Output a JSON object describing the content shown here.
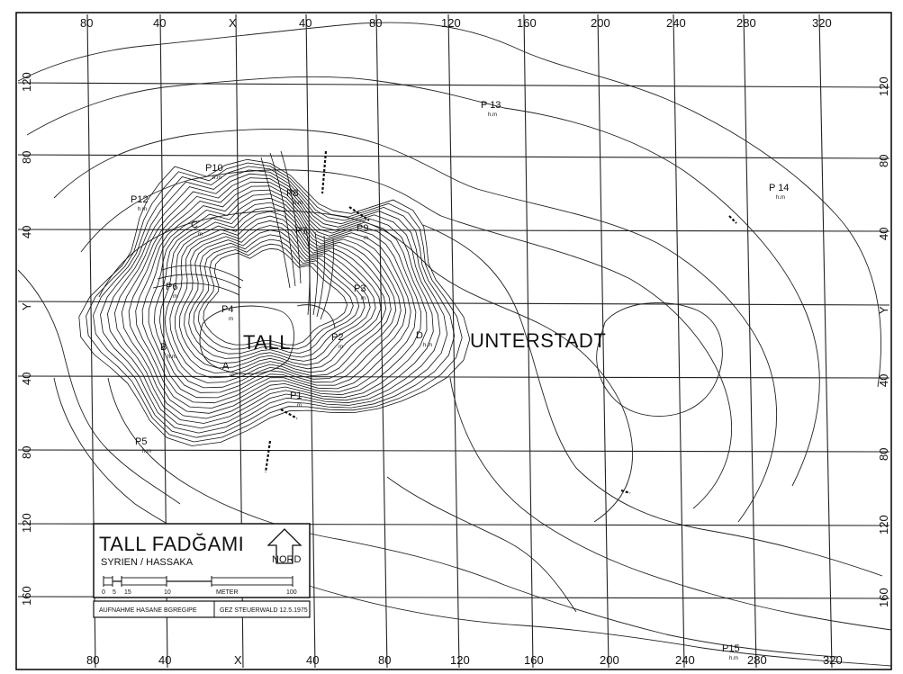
{
  "map": {
    "legend": {
      "title": "TALL FADĞAMI",
      "subtitle": "SYRIEN / HASSAKA",
      "north_label": "NORD",
      "scale_ticks": [
        "0 5",
        "15",
        "10",
        "",
        "METER",
        "100"
      ],
      "scale_ticks_display": [
        "0",
        "5",
        "15",
        "10",
        "METER",
        "100"
      ],
      "footer_left": "AUFNAHME HASANE BGREGIPE",
      "footer_right": "GEZ STEUERWALD 12.5.1975"
    },
    "area_labels": {
      "tall": "TALL",
      "unterstadt": "UNTERSTADT"
    },
    "x_ticks_top": [
      "80",
      "40",
      "X",
      "40",
      "80",
      "120",
      "160",
      "200",
      "240",
      "280",
      "320"
    ],
    "x_ticks_bottom": [
      "80",
      "40",
      "X",
      "40",
      "80",
      "120",
      "160",
      "200",
      "240",
      "280",
      "320"
    ],
    "y_ticks_left": [
      "120",
      "80",
      "40",
      "Y",
      "40",
      "80",
      "120",
      "160"
    ],
    "y_ticks_right": [
      "120",
      "80",
      "40",
      "Y",
      "40",
      "80",
      "120",
      "160"
    ],
    "points": [
      {
        "id": "p13",
        "label": "P 13",
        "sub": "h.m"
      },
      {
        "id": "p10",
        "label": "P10",
        "sub": "h.m"
      },
      {
        "id": "p12",
        "label": "P12",
        "sub": "h.m"
      },
      {
        "id": "p8",
        "label": "P8",
        "sub": "h.m"
      },
      {
        "id": "p7",
        "label": "P7",
        "sub": ""
      },
      {
        "id": "p9",
        "label": "P9",
        "sub": "m"
      },
      {
        "id": "p14",
        "label": "P 14",
        "sub": "h.m"
      },
      {
        "id": "c",
        "label": "C",
        "sub": "m"
      },
      {
        "id": "p6",
        "label": "P6",
        "sub": "m"
      },
      {
        "id": "p3",
        "label": "P3",
        "sub": "m"
      },
      {
        "id": "p4",
        "label": "P4",
        "sub": "m"
      },
      {
        "id": "p2",
        "label": "P2",
        "sub": "m"
      },
      {
        "id": "d",
        "label": "D",
        "sub": "h.m"
      },
      {
        "id": "b",
        "label": "B",
        "sub": "h.m"
      },
      {
        "id": "a",
        "label": "A",
        "sub": "m"
      },
      {
        "id": "p1",
        "label": "P1",
        "sub": "m"
      },
      {
        "id": "p5",
        "label": "P5",
        "sub": "h.m"
      },
      {
        "id": "p15",
        "label": "P15",
        "sub": "h.m"
      }
    ],
    "colors": {
      "ink": "#111111",
      "paper": "#ffffff"
    }
  }
}
